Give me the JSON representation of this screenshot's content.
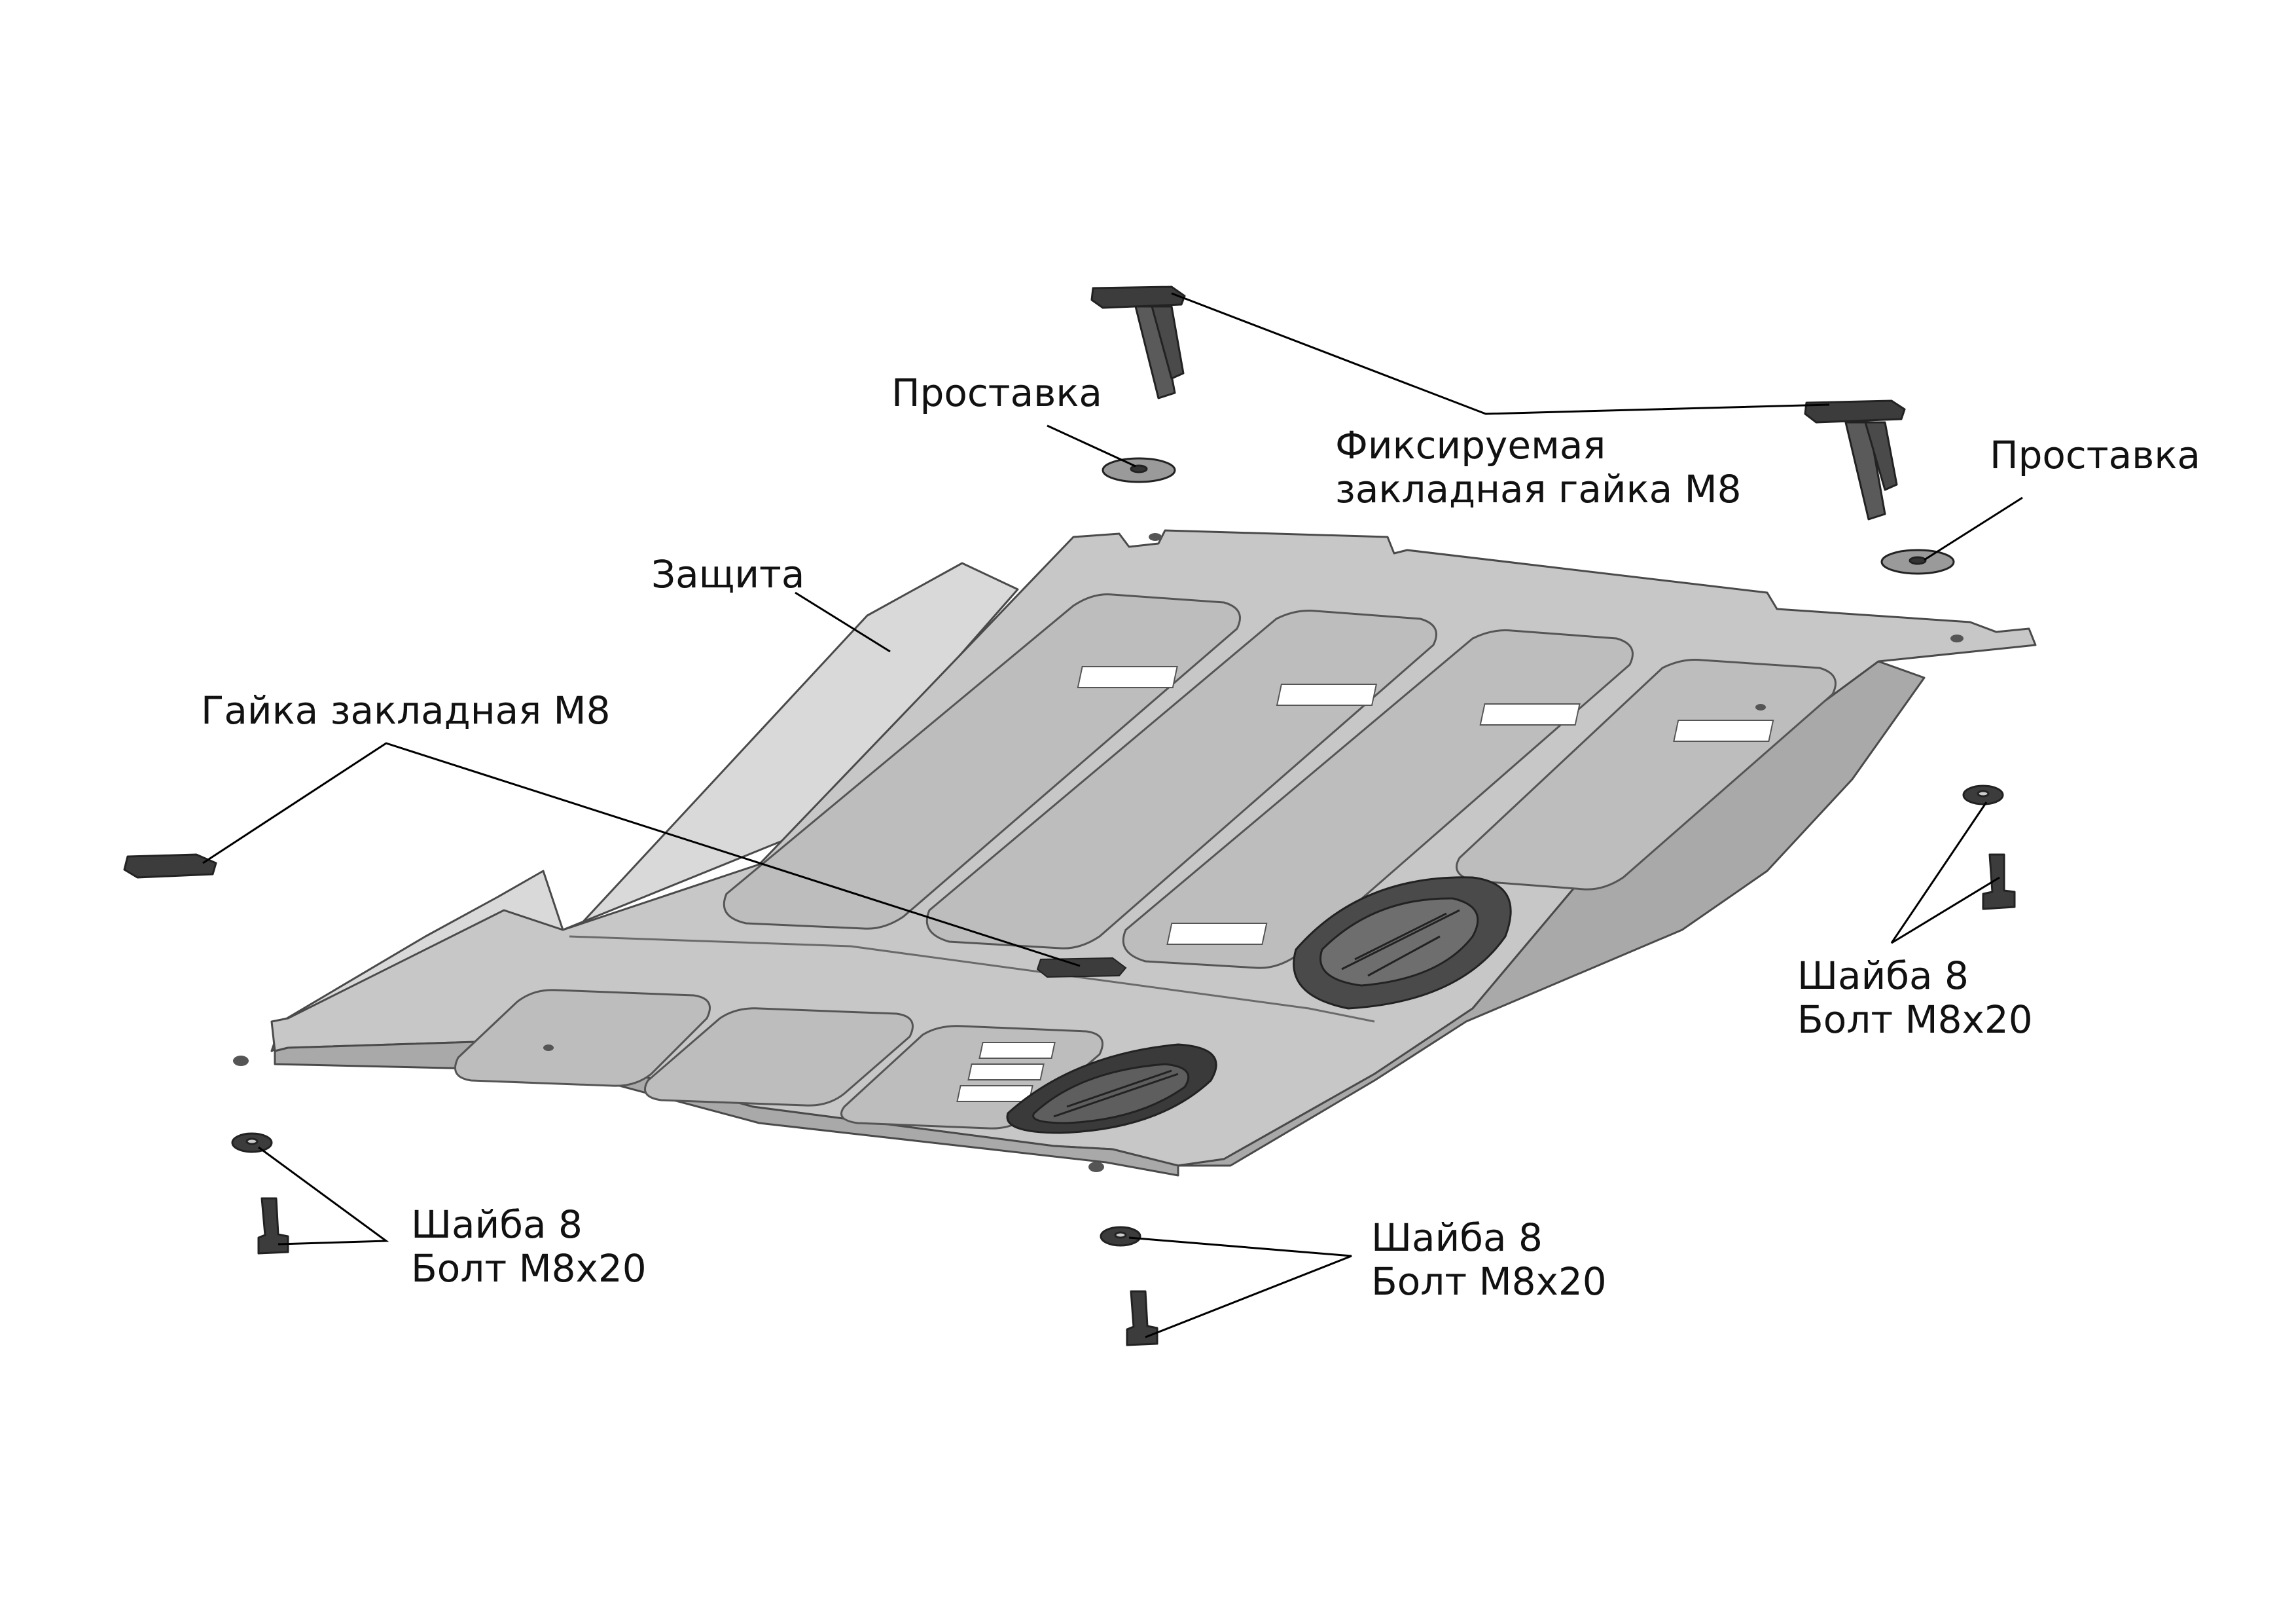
{
  "labels": {
    "spacer_left": "Проставка",
    "spacer_right": "Проставка",
    "fixed_nut_line1": "Фиксируемая",
    "fixed_nut_line2": "закладная гайка М8",
    "guard": "Защита",
    "embedded_nut": "Гайка закладная М8",
    "hw_right_line1": "Шайба 8",
    "hw_right_line2": "Болт М8х20",
    "hw_left_line1": "Шайба 8",
    "hw_left_line2": "Болт М8х20",
    "hw_center_line1": "Шайба 8",
    "hw_center_line2": "Болт М8х20"
  },
  "colors": {
    "plate": "#c7c7c7",
    "plate_light": "#d9d9d9",
    "plate_dark": "#a9a9a9",
    "outline": "#4a4a4a",
    "hardware": "#3c3c3c",
    "leader": "#000000",
    "slot": "#ffffff"
  }
}
